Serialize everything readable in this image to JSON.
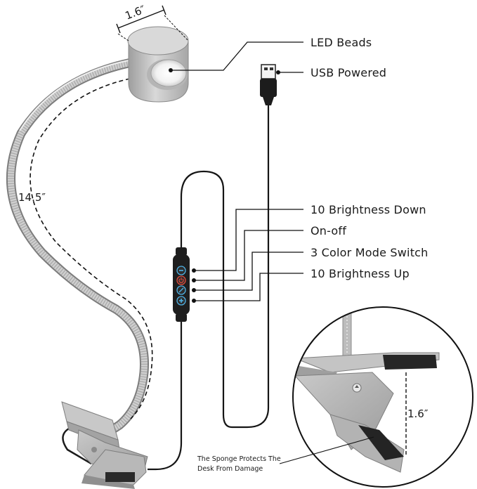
{
  "labels": {
    "led_beads": "LED Beads",
    "usb_powered": "USB Powered",
    "brightness_down": "10 Brightness Down",
    "on_off": "On-off",
    "color_mode": "3 Color Mode Switch",
    "brightness_up": "10 Brightness Up"
  },
  "dimensions": {
    "head_diameter": "1.6″",
    "neck_length": "14.5″",
    "clip_opening": "1.6″"
  },
  "note": {
    "line1": "The Sponge Protects The",
    "line2": "Desk From Damage"
  },
  "controller_buttons": [
    "minus-icon",
    "power-icon",
    "mode-icon",
    "plus-icon"
  ],
  "colors": {
    "metal": "#bdbdbd",
    "metal_dark": "#8f8f8f",
    "controller": "#1e1e1e",
    "button_accent": "#4fb3e6",
    "power_accent": "#e24a3a"
  }
}
